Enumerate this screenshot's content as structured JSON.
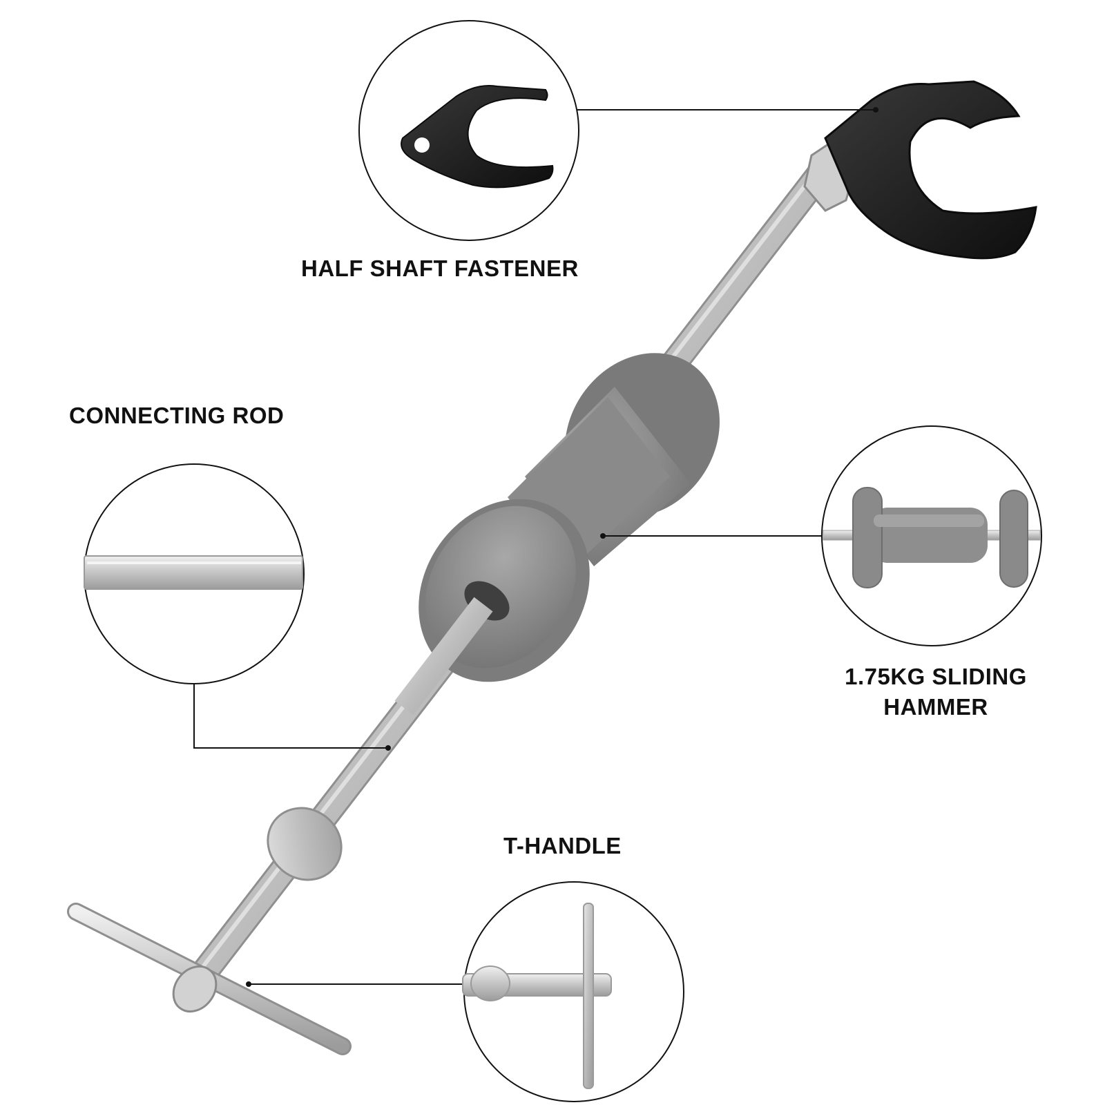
{
  "labels": {
    "half_shaft_fastener": "HALF SHAFT FASTENER",
    "connecting_rod": "CONNECTING ROD",
    "sliding_hammer_line1": "1.75KG SLIDING",
    "sliding_hammer_line2": "HAMMER",
    "t_handle": "T-HANDLE"
  },
  "colors": {
    "background": "#ffffff",
    "label_text": "#111111",
    "callout_line": "#111111",
    "rod_metal": "#c9c9c9",
    "hammer_gray": "#8e8e8e",
    "fastener_black": "#1e1e1e"
  }
}
